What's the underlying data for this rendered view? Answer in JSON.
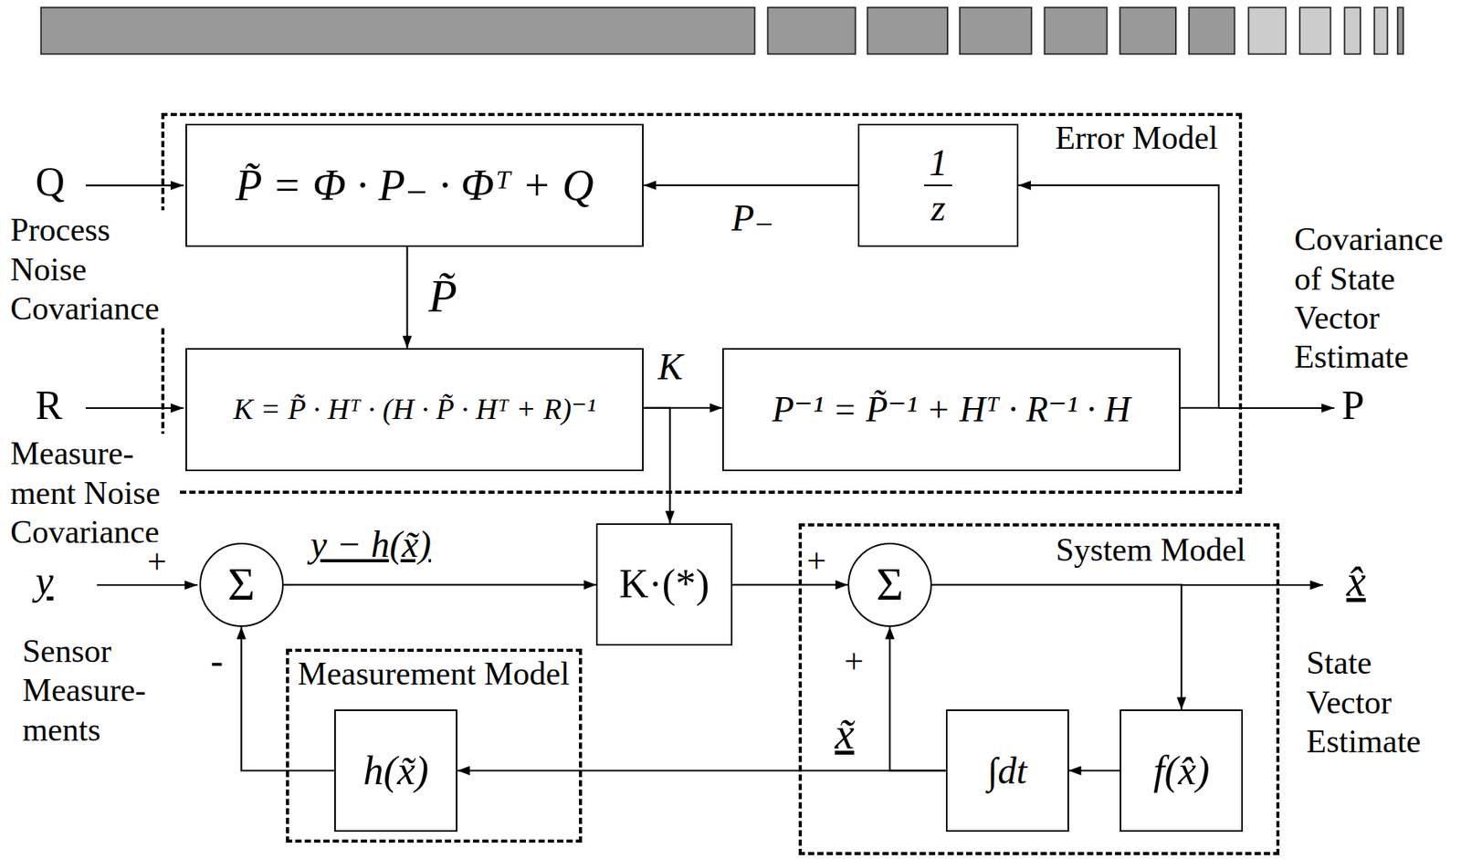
{
  "diagram": {
    "nodes": [
      {
        "text": [
          "Error Model"
        ]
      },
      {
        "text": [
          "P̃ = Φ · P₋ · Φᵀ + Q"
        ],
        "in": 0
      },
      {
        "text": [
          "1",
          "z"
        ],
        "in": 0
      },
      {
        "text": [
          "K = P̃ · Hᵀ · (H · P̃ · Hᵀ + R)⁻¹"
        ],
        "in": 0
      },
      {
        "text": [
          "P⁻¹ = P̃⁻¹ + Hᵀ · R⁻¹ · H"
        ],
        "in": 0
      },
      {
        "text": [
          "Σ"
        ]
      },
      {
        "text": [
          "Measurement Model"
        ]
      },
      {
        "text": [
          "h(x̃)"
        ],
        "in": 6
      },
      {
        "text": [
          "K·(*)"
        ]
      },
      {
        "text": [
          "System Model"
        ]
      },
      {
        "text": [
          "Σ"
        ],
        "in": 9
      },
      {
        "text": [
          "∫dt"
        ],
        "in": 9
      },
      {
        "text": [
          "f(x̂)"
        ],
        "in": 9
      }
    ],
    "edges": [
      {
        "from": 2,
        "to": 1,
        "label": "P₋",
        "arrow": "to"
      },
      {
        "from": 1,
        "to": 3,
        "label": "P̃",
        "arrow": "to"
      },
      {
        "from": 3,
        "to": 4,
        "label": "K",
        "arrow": "to"
      },
      {
        "from": 4,
        "to": 2,
        "arrow": "to"
      },
      {
        "from": 3,
        "to": 8,
        "arrow": "to"
      },
      {
        "from": 5,
        "to": 8,
        "label": "y − h(x̃)",
        "arrow": "to"
      },
      {
        "from": 8,
        "to": 10,
        "arrow": "to"
      },
      {
        "from": 7,
        "to": 5,
        "arrow": "to"
      },
      {
        "from": 10,
        "to": 12,
        "arrow": "to"
      },
      {
        "from": 12,
        "to": 11,
        "arrow": "to"
      },
      {
        "from": 11,
        "to": 10,
        "arrow": "to"
      },
      {
        "from": 11,
        "to": 7,
        "arrow": "to"
      }
    ],
    "labels": [
      "Q",
      "Process Noise Covariance",
      "R",
      "Measure- ment Noise Covariance",
      "+",
      "y",
      "Sensor Measure- ments",
      "-",
      "Covariance of State Vector Estimate",
      "P",
      "+",
      "x̂",
      "State Vector Estimate",
      "+",
      "x̃"
    ]
  }
}
